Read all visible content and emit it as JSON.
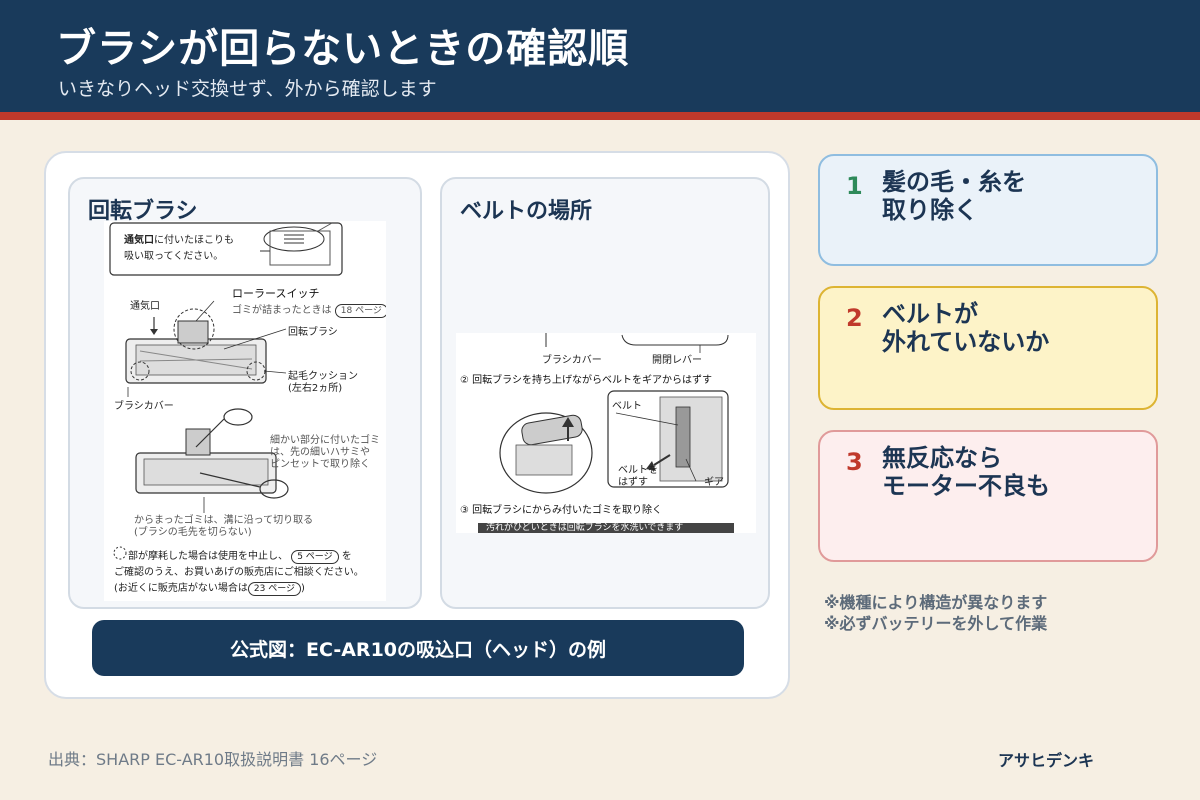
{
  "header": {
    "title": "ブラシが回らないときの確認順",
    "subtitle": "いきなりヘッド交換せず、外から確認します"
  },
  "figure": {
    "left_panel": {
      "heading": "回転ブラシ",
      "manual": {
        "vent_note_bold": "通気口",
        "vent_note": "に付いたほこりも",
        "vent_note_2": "吸い取ってください。",
        "vent_label": "通気口",
        "roller_switch": "ローラースイッチ",
        "roller_switch_note": "ゴミが詰まったときは",
        "roller_switch_ref": "18 ページ",
        "rotating_brush": "回転ブラシ",
        "cushion": "起毛クッション",
        "cushion_note": "(左右2ヵ所)",
        "brush_cover": "ブラシカバー",
        "tweezers_1": "細かい部分に付いたゴミ",
        "tweezers_2": "は、先の細いハサミや",
        "tweezers_3": "ピンセットで取り除く",
        "groove_1": "からまったゴミは、溝に沿って切り取る",
        "groove_2": "(ブラシの毛先を切らない)",
        "worn_1": "部が摩耗した場合は使用を中止し、",
        "worn_ref": "5 ページ",
        "worn_1b": "を",
        "worn_2": "ご確認のうえ、お買いあげの販売店にご相談ください。",
        "worn_3": "(お近くに販売店がない場合は",
        "worn_ref_2": "23 ページ",
        "worn_3b": ")"
      }
    },
    "right_panel": {
      "heading": "ベルトの場所",
      "manual": {
        "brush_cover": "ブラシカバー",
        "open_lever": "開閉レバー",
        "step2": "② 回転ブラシを持ち上げながらベルトをギアからはずす",
        "belt": "ベルト",
        "remove_belt_1": "ベルトを",
        "remove_belt_2": "はずす",
        "gear": "ギア",
        "step3": "③ 回転ブラシにからみ付いたゴミを取り除く",
        "cut_banner": "汚れがひどいときは回転ブラシを水洗いできます"
      }
    },
    "caption": "公式図：EC-AR10の吸込口（ヘッド）の例"
  },
  "steps": [
    {
      "number": "1",
      "text_1": "髪の毛・糸を",
      "text_2": "取り除く"
    },
    {
      "number": "2",
      "text_1": "ベルトが",
      "text_2": "外れていないか"
    },
    {
      "number": "3",
      "text_1": "無反応なら",
      "text_2": "モーター不良も"
    }
  ],
  "notes": [
    "※機種により構造が異なります",
    "※必ずバッテリーを外して作業"
  ],
  "footer": {
    "source": "出典：SHARP EC-AR10取扱説明書 16ページ",
    "brand": "アサヒデンキ"
  },
  "colors": {
    "header_bg": "#193a5b",
    "accent_red": "#c0392b",
    "page_bg": "#f6efe3",
    "step1_bg": "#eaf2f9",
    "step2_bg": "#fdf3c8",
    "step3_bg": "#fdeeee"
  }
}
